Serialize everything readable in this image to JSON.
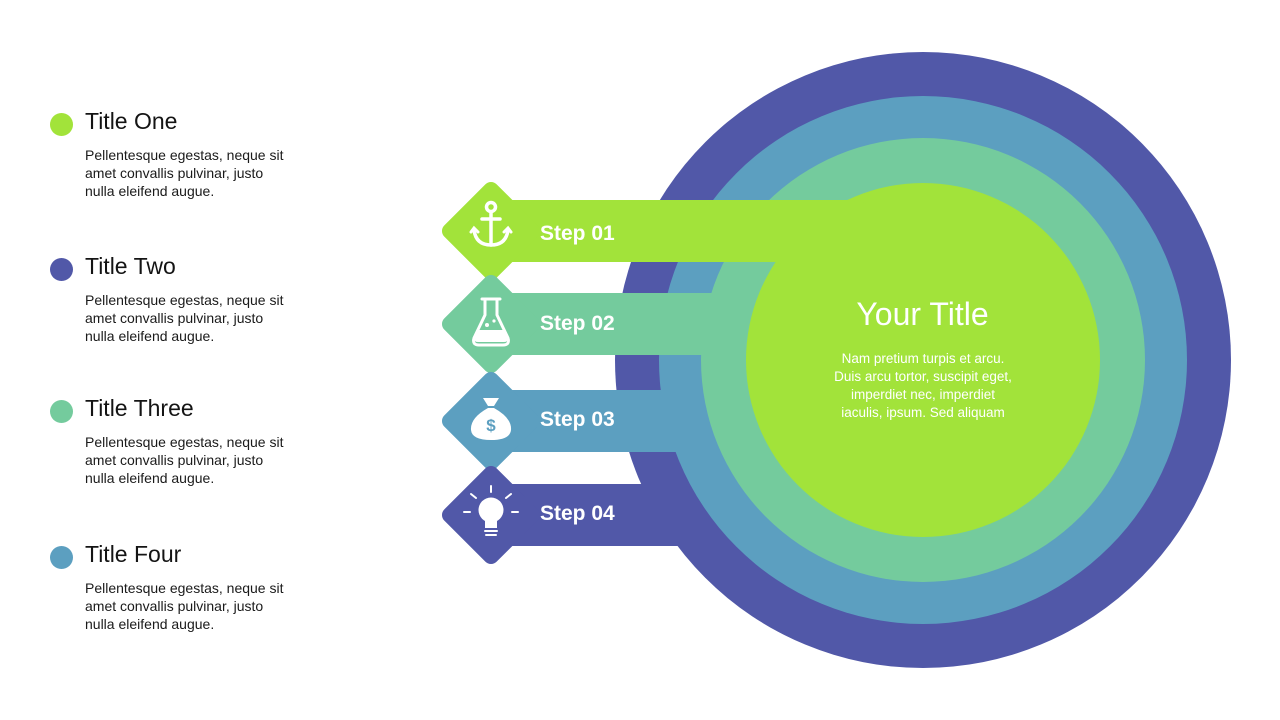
{
  "colors": {
    "lime": "#a2e33a",
    "mint": "#74cb9d",
    "steel": "#5c9fc0",
    "indigo": "#5158a8"
  },
  "legend": {
    "items": [
      {
        "title": "Title One",
        "body": "Pellentesque egestas, neque sit amet convallis pulvinar, justo nulla eleifend augue."
      },
      {
        "title": "Title Two",
        "body": "Pellentesque egestas, neque sit amet convallis pulvinar, justo nulla eleifend augue."
      },
      {
        "title": "Title Three",
        "body": "Pellentesque egestas, neque sit amet convallis pulvinar, justo nulla eleifend augue."
      },
      {
        "title": "Title Four",
        "body": "Pellentesque egestas, neque sit amet convallis pulvinar, justo nulla eleifend augue."
      }
    ]
  },
  "center": {
    "title": "Your Title",
    "body": "Nam pretium turpis et arcu. Duis arcu tortor, suscipit eget, imperdiet nec, imperdiet iaculis, ipsum. Sed aliquam"
  },
  "steps": [
    {
      "label": "Step 01",
      "icon": "anchor-icon"
    },
    {
      "label": "Step 02",
      "icon": "flask-icon"
    },
    {
      "label": "Step 03",
      "icon": "money-bag-icon"
    },
    {
      "label": "Step 04",
      "icon": "lightbulb-icon"
    }
  ]
}
